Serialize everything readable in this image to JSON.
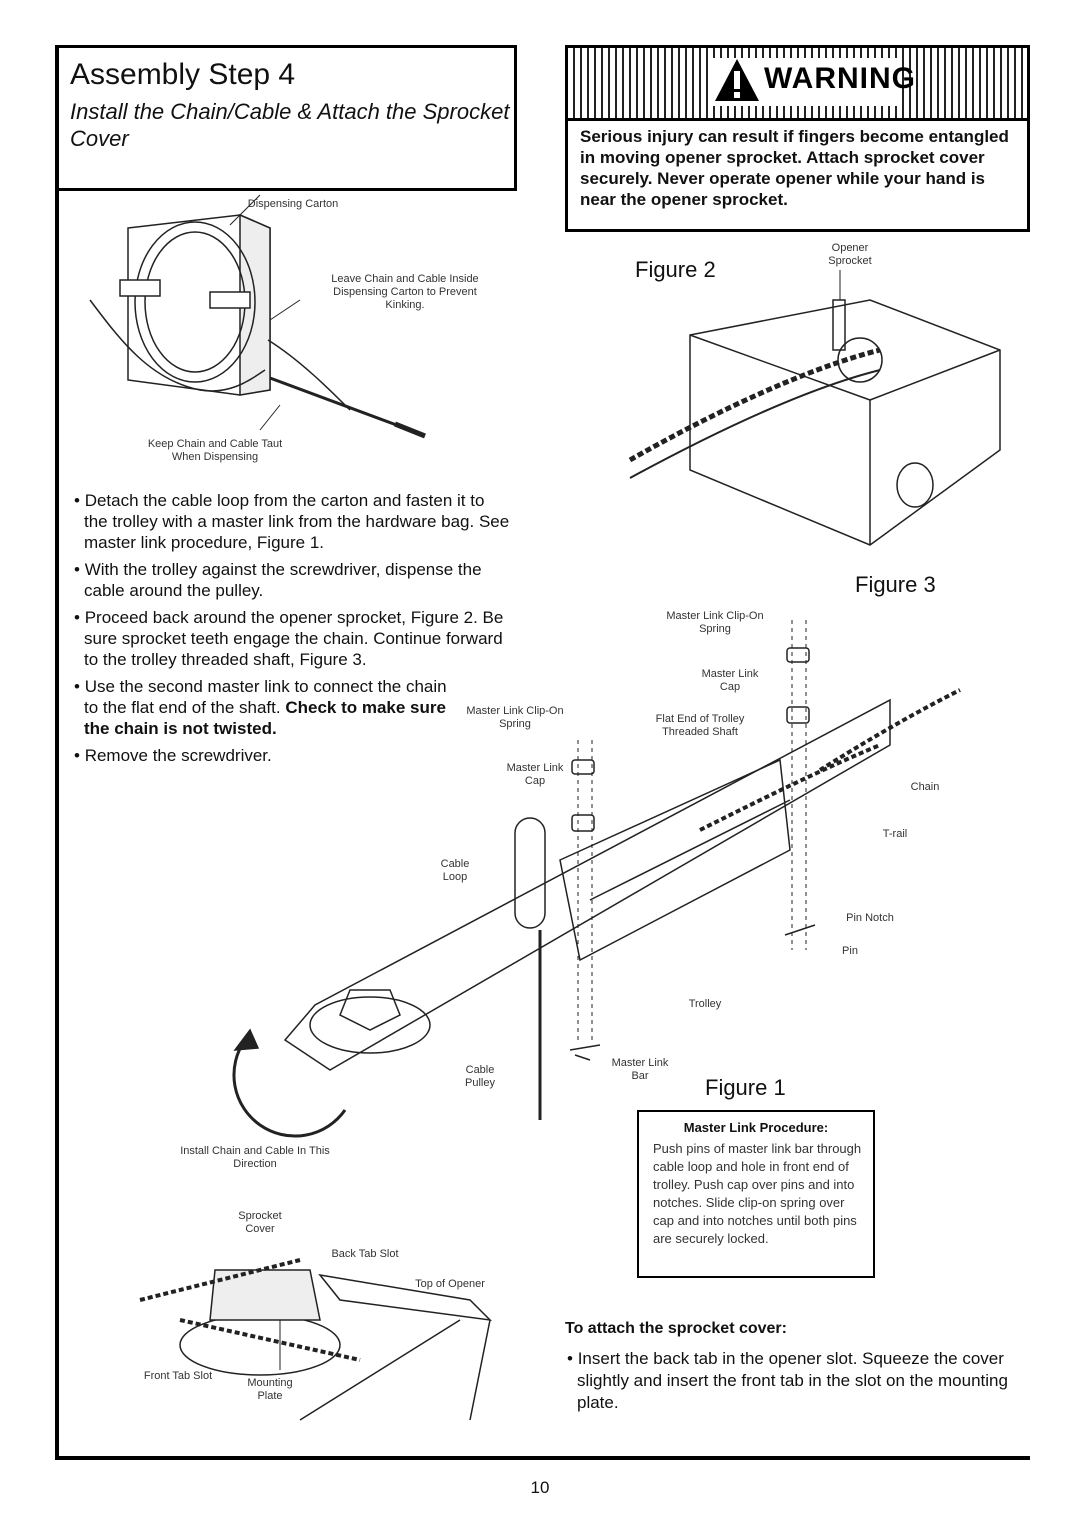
{
  "title": "Assembly Step 4",
  "subtitle": "Install the Chain/Cable & Attach the Sprocket Cover",
  "warning": {
    "word": "WARNING",
    "text": "Serious injury can result if fingers become entangled in moving opener sprocket. Attach sprocket cover securely. Never operate opener while your hand is near the opener sprocket."
  },
  "carton_figure": {
    "dispensing_carton": "Dispensing Carton",
    "leave_chain": "Leave Chain and Cable Inside Dispensing Carton to Prevent Kinking.",
    "keep_taut": "Keep Chain and Cable Taut When Dispensing"
  },
  "bullets": [
    "Detach the cable loop from the carton and fasten it to the trolley with a master link from the hardware bag. See master link procedure, Figure 1.",
    "With the trolley against the screwdriver, dispense the cable around the pulley.",
    "Proceed back around the opener sprocket, Figure 2. Be sure sprocket teeth engage the chain. Continue forward to the trolley threaded shaft, Figure 3.",
    "Use the second master link to connect the chain to the flat end of the shaft.",
    "Remove the screwdriver."
  ],
  "bullet4_bold": "Check to make sure the chain is not twisted.",
  "figure2": {
    "title": "Figure 2",
    "opener_sprocket": "Opener Sprocket"
  },
  "figure3": {
    "title": "Figure 3",
    "master_link_clip": "Master Link Clip-On Spring",
    "master_link_cap": "Master Link Cap",
    "flat_end": "Flat End of Trolley Threaded Shaft",
    "chain": "Chain",
    "t_rail": "T-rail",
    "pin_notch": "Pin Notch",
    "pin": "Pin"
  },
  "figure1": {
    "title": "Figure 1",
    "master_link_clip": "Master Link Clip-On Spring",
    "master_link_cap": "Master Link Cap",
    "cable_loop": "Cable Loop",
    "cable_pulley": "Cable Pulley",
    "trolley": "Trolley",
    "master_link_bar": "Master Link Bar",
    "install_direction": "Install Chain and Cable In This Direction"
  },
  "master_link_procedure": {
    "title": "Master Link Procedure:",
    "text": "Push pins of master link bar through cable loop and hole in front end of trolley. Push cap over pins and into notches. Slide clip-on spring over cap and into notches until both pins are securely locked."
  },
  "sprocket_figure": {
    "sprocket_cover": "Sprocket Cover",
    "back_tab_slot": "Back Tab Slot",
    "top_of_opener": "Top of Opener",
    "front_tab_slot": "Front Tab Slot",
    "mounting_plate": "Mounting Plate"
  },
  "attach": {
    "heading": "To attach the sprocket cover:",
    "text": "Insert the back tab in the opener slot. Squeeze the cover slightly and insert the front tab in the slot on the mounting plate."
  },
  "page_number": "10"
}
